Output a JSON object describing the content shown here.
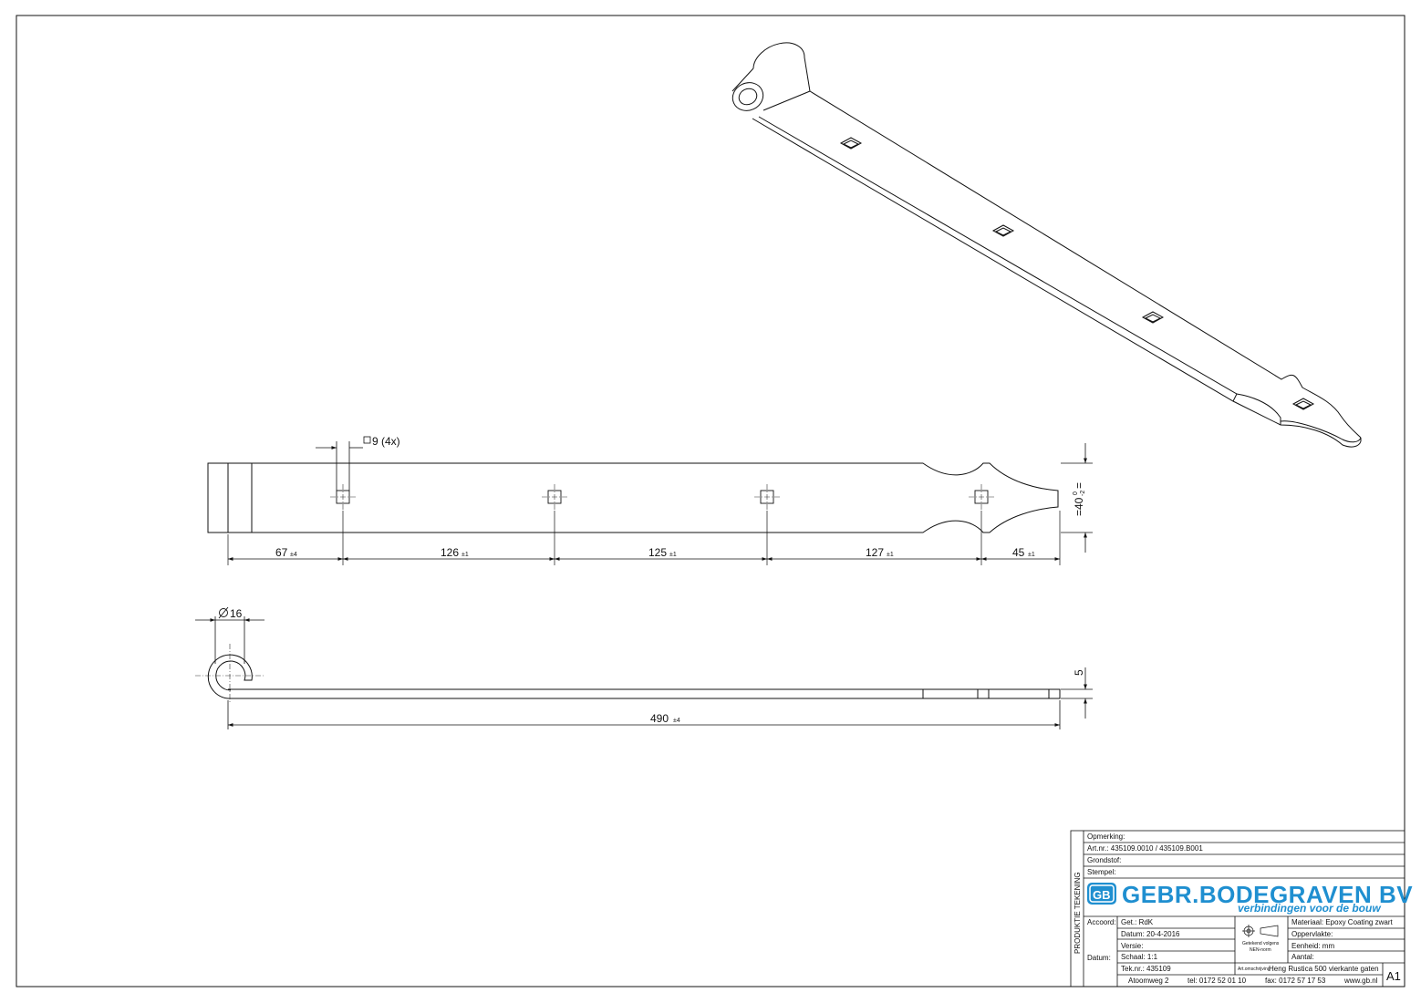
{
  "drawing": {
    "sheet_size": "A1",
    "dimensions": {
      "hole": "9 (4x)",
      "spacing_1": "67",
      "spacing_1_tol": "±4",
      "spacing_2": "126",
      "spacing_2_tol": "±1",
      "spacing_3": "125",
      "spacing_3_tol": "±1",
      "spacing_4": "127",
      "spacing_4_tol": "±1",
      "spacing_5": "45",
      "spacing_5_tol": "±1",
      "width": "=40",
      "width_tol_upper": "0",
      "width_tol_lower": "-2",
      "width_suffix": "=",
      "diameter": "16",
      "thickness": "5",
      "length": "490",
      "length_tol": "±4"
    }
  },
  "title_block": {
    "side_label": "PRODUKTIE TEKENING",
    "opmerking": "Opmerking:",
    "art_nr": "Art.nr.:  435109.0010 / 435109.B001",
    "grondstof": "Grondstof:",
    "stempel": "Stempel:",
    "company": "GEBR.BODEGRAVEN BV",
    "tagline": "verbindingen voor de bouw",
    "logo_letters": "GB",
    "accoord": "Accoord:",
    "datum_label": "Datum:",
    "getekend": "Get.: RdK",
    "datum": "Datum: 20-4-2016",
    "versie": "Versie:",
    "schaal": "Schaal: 1:1",
    "tek_nr": "Tek.nr.: 435109",
    "norm_line1": "Getekend volgens",
    "norm_line2": "NEN-norm",
    "materiaal": "Materiaal: Epoxy Coating zwart",
    "oppervlakte": "Oppervlakte:",
    "eenheid": "Eenheid: mm",
    "aantal": "Aantal:",
    "omschrijving_label": "Art.omschrijving",
    "omschrijving": "Heng Rustica 500 vierkante gaten",
    "address": "Atoomweg 2",
    "tel": "tel: 0172 52 01 10",
    "fax": "fax: 0172 57 17 53",
    "website": "www.gb.nl",
    "sheet": "A1"
  }
}
